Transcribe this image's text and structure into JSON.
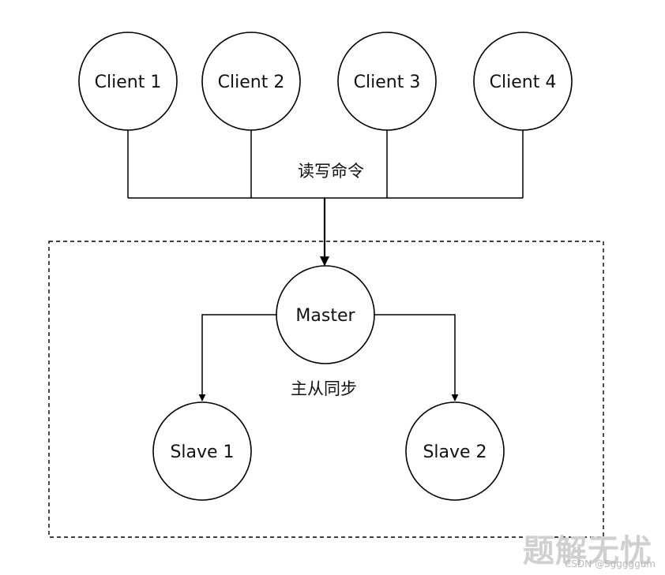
{
  "diagram": {
    "clients": [
      {
        "label": "Client 1"
      },
      {
        "label": "Client 2"
      },
      {
        "label": "Client 3"
      },
      {
        "label": "Client 4"
      }
    ],
    "master": {
      "label": "Master"
    },
    "slaves": [
      {
        "label": "Slave 1"
      },
      {
        "label": "Slave 2"
      }
    ],
    "edge_labels": {
      "read_write": "读写命令",
      "master_slave_sync": "主从同步"
    }
  },
  "watermark": {
    "brand": "题解无忧",
    "source": "CSDN @Sgggggum"
  },
  "colors": {
    "stroke": "#000000",
    "background": "#ffffff"
  }
}
